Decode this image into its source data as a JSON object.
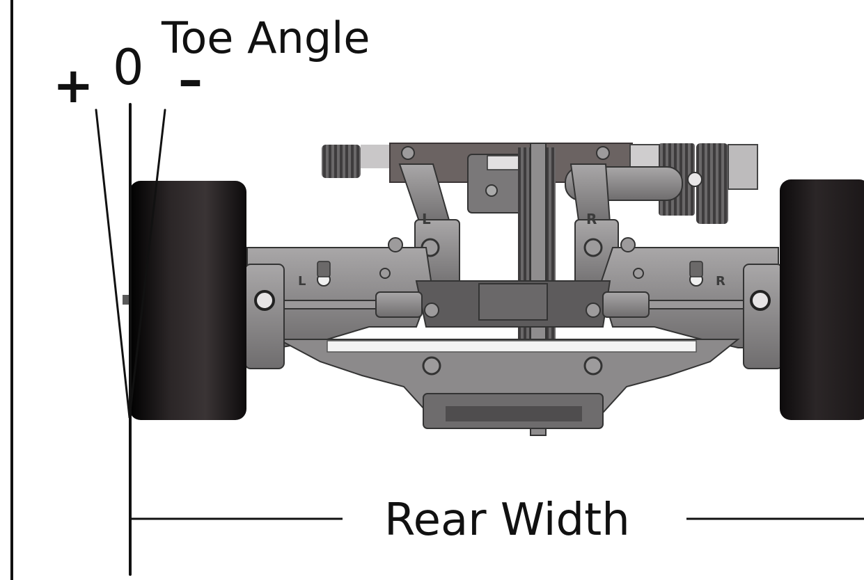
{
  "labels": {
    "toe_angle": "Toe Angle",
    "zero": "0",
    "plus": "+",
    "minus": "–",
    "rear_width": "Rear Width",
    "hub_left_mark": "L",
    "hub_right_mark": "R",
    "upper_left_mark": "L",
    "upper_right_mark": "R"
  },
  "colors": {
    "tire": "#1b1718",
    "chassis": "#8c8a8b",
    "chassis_dark": "#5d5b5c",
    "chassis_light": "#b9b7b8",
    "carbon_plate": "#6b6362",
    "line": "#111111"
  }
}
